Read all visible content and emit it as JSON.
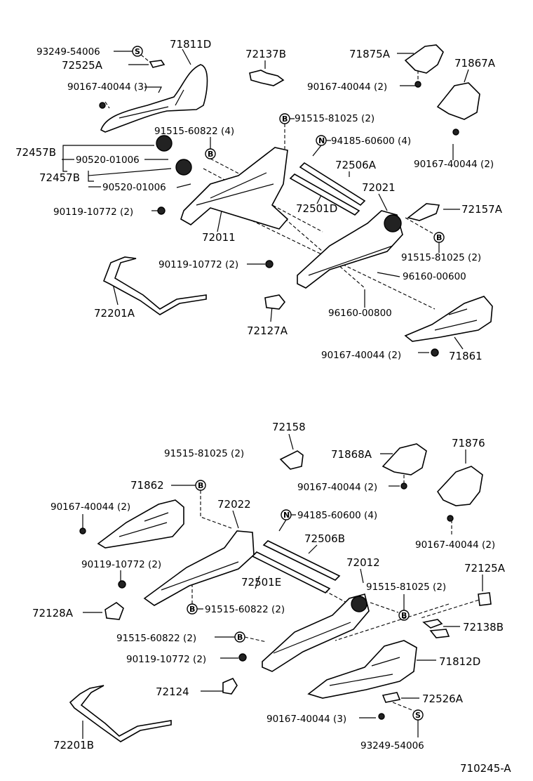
{
  "top": {
    "labels": {
      "l_93249_54006": "93249-54006",
      "l_72525A": "72525A",
      "l_71811D": "71811D",
      "l_90167_3": "90167-40044 (3)",
      "l_72137B": "72137B",
      "l_71875A": "71875A",
      "l_71867A": "71867A",
      "l_90167_2a": "90167-40044 (2)",
      "l_91515_2": "91515-81025 (2)",
      "l_91515_60822": "91515-60822 (4)",
      "l_94185": "94185-60600 (4)",
      "l_72457B_1": "72457B",
      "l_90520_1": "90520-01006",
      "l_72506A": "72506A",
      "l_90167_2b": "90167-40044 (2)",
      "l_72457B_2": "72457B",
      "l_90520_2": "90520-01006",
      "l_72021": "72021",
      "l_72501D": "72501D",
      "l_90119_a": "90119-10772 (2)",
      "l_72157A": "72157A",
      "l_72011": "72011",
      "l_91515_b": "91515-81025 (2)",
      "l_90119_b": "90119-10772 (2)",
      "l_96160_600": "96160-00600",
      "l_72201A": "72201A",
      "l_96160_800": "96160-00800",
      "l_72127A": "72127A",
      "l_90167_2c": "90167-40044 (2)",
      "l_71861": "71861"
    },
    "symbols": {
      "s": "S",
      "b": "B",
      "n": "N"
    }
  },
  "bottom": {
    "labels": {
      "l_72158": "72158",
      "l_91515_2a": "91515-81025 (2)",
      "l_71868A": "71868A",
      "l_71876": "71876",
      "l_71862": "71862",
      "l_90167_2a": "90167-40044 (2)",
      "l_90167_2b": "90167-40044 (2)",
      "l_72022": "72022",
      "l_94185": "94185-60600 (4)",
      "l_90167_2c": "90167-40044 (2)",
      "l_72506B": "72506B",
      "l_90119_a": "90119-10772 (2)",
      "l_72012": "72012",
      "l_72501E": "72501E",
      "l_91515_2b": "91515-81025 (2)",
      "l_72125A": "72125A",
      "l_72128A": "72128A",
      "l_91515_60822a": "91515-60822 (2)",
      "l_72138B": "72138B",
      "l_91515_60822b": "91515-60822 (2)",
      "l_90119_b": "90119-10772 (2)",
      "l_71812D": "71812D",
      "l_72124": "72124",
      "l_72526A": "72526A",
      "l_90167_3": "90167-40044 (3)",
      "l_72201B": "72201B",
      "l_93249_54006": "93249-54006"
    },
    "symbols": {
      "s": "S",
      "b": "B",
      "n": "N"
    }
  },
  "diagram_code": "710245-A"
}
